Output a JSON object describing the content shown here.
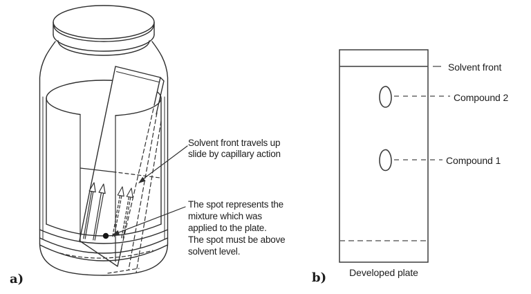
{
  "panel_a": {
    "label": "a)",
    "capillary_note": "Solvent front travels up\nslide by capillary action",
    "spot_note": "The spot represents the\nmixture which was\napplied to the plate.\nThe spot must be above\nsolvent level."
  },
  "panel_b": {
    "label": "b)",
    "solvent_front_label": "Solvent front",
    "compound_2_label": "Compound 2",
    "compound_1_label": "Compound 1",
    "caption": "Developed plate"
  },
  "colors": {
    "line": "#2e2e2e",
    "plate_line": "#3c3c3c",
    "text": "#1c1c1c",
    "spot_fill": "#151515",
    "background": "#ffffff"
  }
}
